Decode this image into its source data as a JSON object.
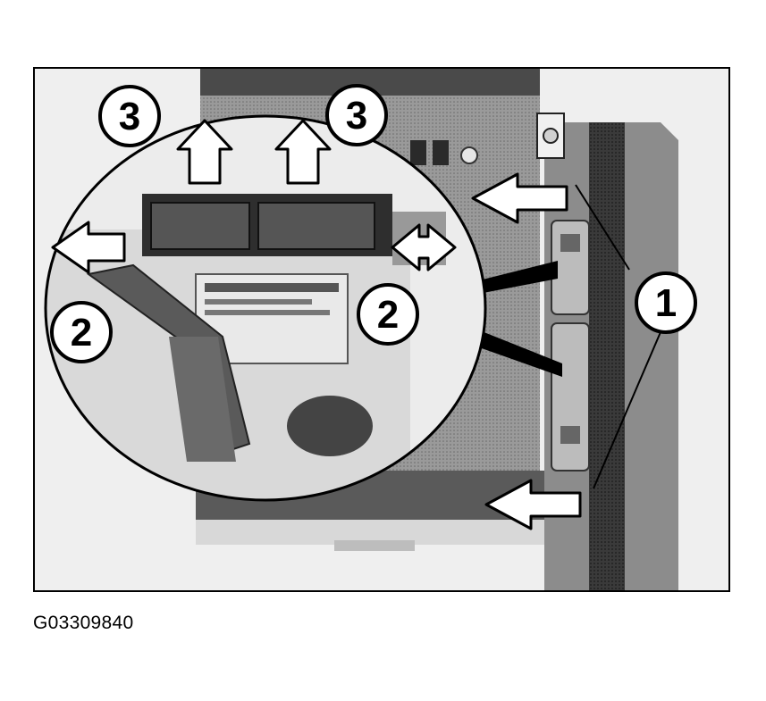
{
  "figure": {
    "callouts": [
      {
        "label": "3"
      },
      {
        "label": "3"
      },
      {
        "label": "2"
      },
      {
        "label": "2"
      },
      {
        "label": "1"
      }
    ]
  },
  "caption": {
    "code": "G03309840"
  }
}
